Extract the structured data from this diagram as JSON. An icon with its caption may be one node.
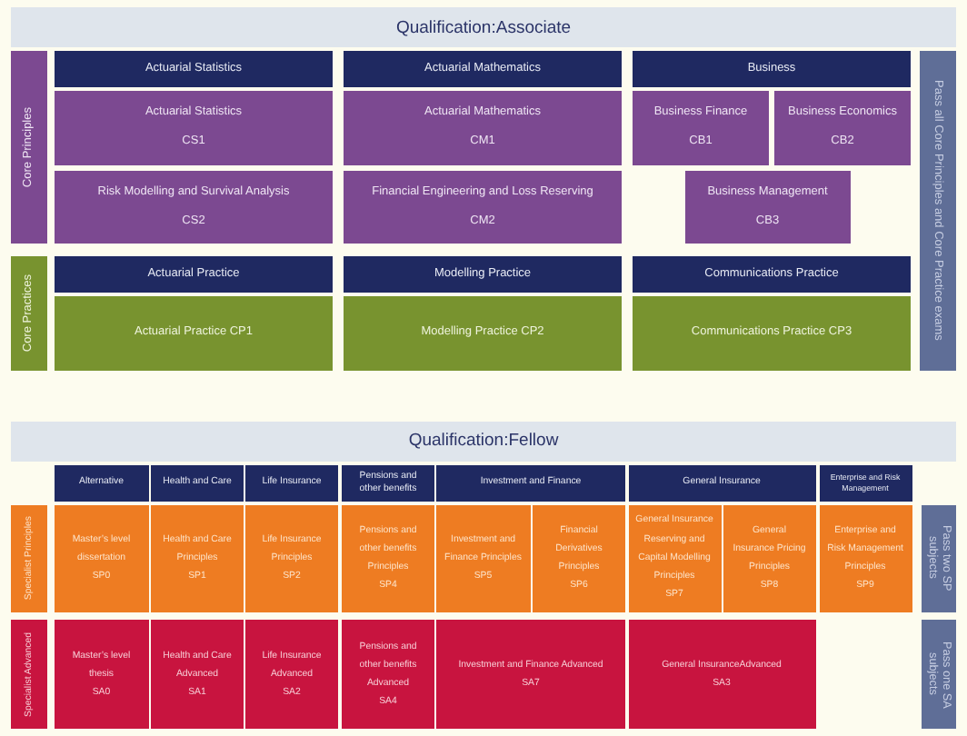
{
  "diagram": {
    "nodes": [
      {
        "text": [
          "Qualification:Associate"
        ]
      },
      {
        "text": [
          "Core Principles"
        ]
      },
      {
        "text": [
          "Actuarial Statistics"
        ]
      },
      {
        "text": [
          "Actuarial Mathematics"
        ]
      },
      {
        "text": [
          "Business"
        ]
      },
      {
        "text": [
          "Pass all Core Principles and Core Practice exams"
        ]
      },
      {
        "text": [
          "Actuarial Statistics",
          "CS1"
        ]
      },
      {
        "text": [
          "Actuarial Mathematics",
          "CM1"
        ]
      },
      {
        "text": [
          "Business Finance",
          "CB1"
        ]
      },
      {
        "text": [
          "Business Economics",
          "CB2"
        ]
      },
      {
        "text": [
          "Risk Modelling and Survival Analysis",
          "CS2"
        ]
      },
      {
        "text": [
          "Financial Engineering and Loss Reserving",
          "CM2"
        ]
      },
      {
        "text": [
          "Business Management",
          "CB3"
        ]
      },
      {
        "text": [
          "Core Practices"
        ]
      },
      {
        "text": [
          "Actuarial Practice"
        ]
      },
      {
        "text": [
          "Modelling Practice"
        ]
      },
      {
        "text": [
          "Communications Practice"
        ]
      },
      {
        "text": [
          "Actuarial Practice CP1"
        ]
      },
      {
        "text": [
          "Modelling Practice CP2"
        ]
      },
      {
        "text": [
          "Communications Practice CP3"
        ]
      },
      {
        "text": [
          "Qualification:Fellow"
        ]
      },
      {
        "text": [
          "Alternative"
        ]
      },
      {
        "text": [
          "Health and Care"
        ]
      },
      {
        "text": [
          "Life Insurance"
        ]
      },
      {
        "text": [
          "Pensions and other benefits"
        ]
      },
      {
        "text": [
          "Investment and Finance"
        ]
      },
      {
        "text": [
          "General Insurance"
        ]
      },
      {
        "text": [
          "Enterprise and Risk Management"
        ]
      },
      {
        "text": [
          "Specialist Principles"
        ]
      },
      {
        "text": [
          "Master’s level dissertation",
          "SP0"
        ]
      },
      {
        "text": [
          "Health and Care Principles",
          "SP1"
        ]
      },
      {
        "text": [
          "Life Insurance Principles",
          "SP2"
        ]
      },
      {
        "text": [
          "Pensions and other benefits Principles",
          "SP4"
        ]
      },
      {
        "text": [
          "Investment and Finance Principles",
          "SP5"
        ]
      },
      {
        "text": [
          "Financial Derivatives Principles",
          "SP6"
        ]
      },
      {
        "text": [
          "General Insurance Reserving and Capital Modelling Principles",
          "SP7"
        ]
      },
      {
        "text": [
          "General Insurance Pricing Principles",
          "SP8"
        ]
      },
      {
        "text": [
          "Enterprise and Risk Management Principles",
          "SP9"
        ]
      },
      {
        "text": [
          "Pass two SP subjects"
        ]
      },
      {
        "text": [
          "Specialist Advanced"
        ]
      },
      {
        "text": [
          "Master’s level thesis",
          "SA0"
        ]
      },
      {
        "text": [
          "Health and Care Advanced",
          "SA1"
        ]
      },
      {
        "text": [
          "Life Insurance Advanced",
          "SA2"
        ]
      },
      {
        "text": [
          "Pensions and other benefits Advanced",
          "SA4"
        ]
      },
      {
        "text": [
          "Investment and Finance Advanced",
          "SA7"
        ]
      },
      {
        "text": [
          "General InsuranceAdvanced",
          "SA3"
        ]
      },
      {
        "text": [
          "Pass one SA subjects"
        ]
      }
    ]
  }
}
